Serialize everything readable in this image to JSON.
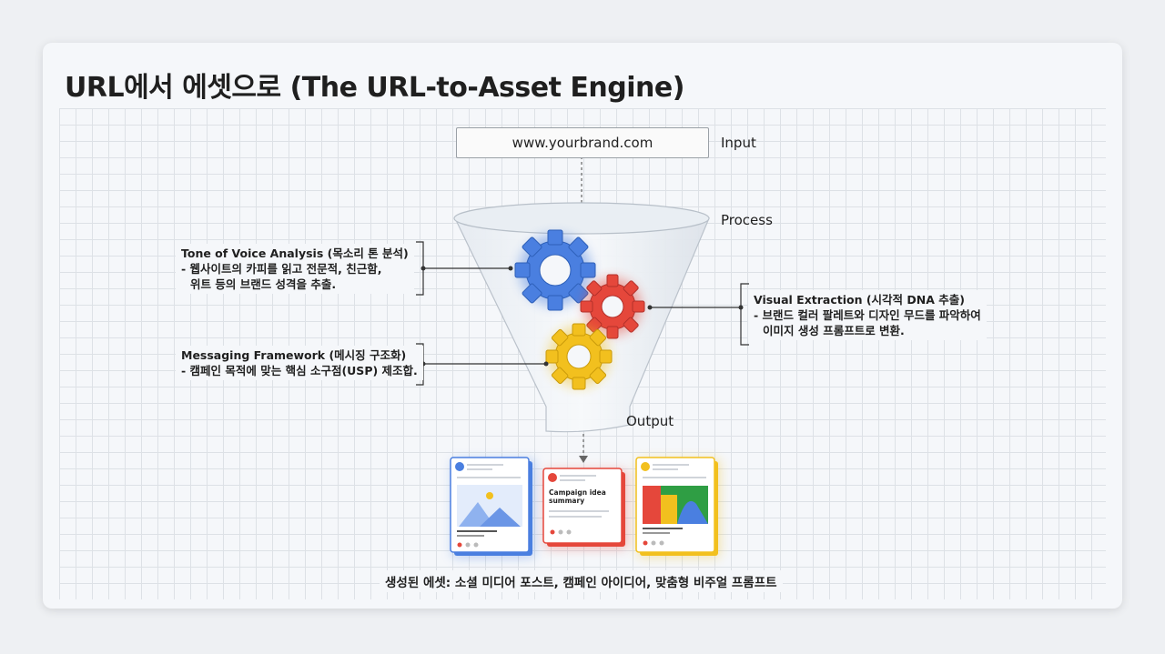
{
  "title": "URL에서 에셋으로 (The URL-to-Asset Engine)",
  "input": {
    "url": "www.yourbrand.com",
    "label": "Input"
  },
  "process_label": "Process",
  "output_label": "Output",
  "annotations": {
    "tone": {
      "title": "Tone of Voice Analysis (목소리 톤 분석)",
      "line1": "- 웹사이트의 카피를 읽고 전문적, 친근함,",
      "line2": "위트 등의 브랜드 성격을 추출."
    },
    "messaging": {
      "title": "Messaging Framework (메시징 구조화)",
      "line1": "- 캠페인 목적에 맞는 핵심 소구점(USP) 제조합."
    },
    "visual": {
      "title": "Visual Extraction (시각적 DNA 추출)",
      "line1": "- 브랜드 컬러 팔레트와 디자인 무드를 파악하여",
      "line2": "이미지 생성 프롬프트로 변환."
    }
  },
  "output_cards": {
    "middle_text": "Campaign idea summary",
    "middle_line1": "Campaign idea",
    "middle_line2": "summary"
  },
  "caption": "생성된 에셋: 소셜 미디어 포스트, 캠페인 아이디어, 맞춤형 비주얼 프롬프트",
  "colors": {
    "blue": "#4a7fe0",
    "red": "#e5473b",
    "yellow": "#f2c01e",
    "green": "#2f9e44"
  }
}
